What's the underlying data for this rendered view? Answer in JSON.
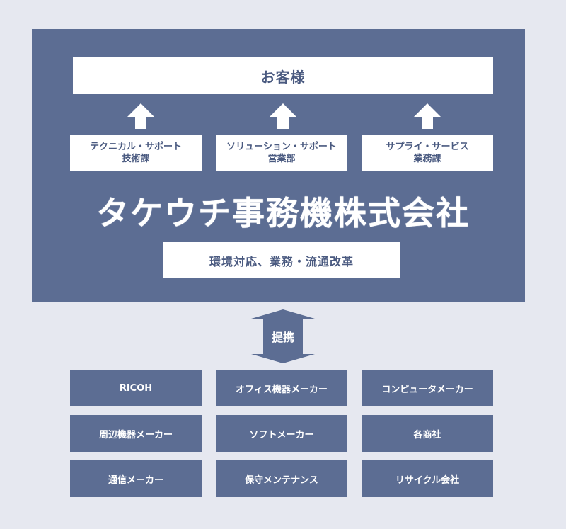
{
  "customer": "お客様",
  "departments": [
    {
      "line1": "テクニカル・サポート",
      "line2": "技術課"
    },
    {
      "line1": "ソリューション・サポート",
      "line2": "営業部"
    },
    {
      "line1": "サプライ・サービス",
      "line2": "業務課"
    }
  ],
  "company_name": "タケウチ事務機株式会社",
  "mission": "環境対応、業務・流通改革",
  "partnership_label": "提携",
  "partners": [
    "RICOH",
    "オフィス機器メーカー",
    "コンピュータメーカー",
    "周辺機器メーカー",
    "ソフトメーカー",
    "各商社",
    "通信メーカー",
    "保守メンテナンス",
    "リサイクル会社"
  ],
  "colors": {
    "background": "#e6e8f0",
    "panel": "#5c6d93",
    "box_text": "#4a5a80",
    "white": "#ffffff"
  },
  "icons": [
    "arrow-up-icon",
    "double-arrow-icon"
  ]
}
